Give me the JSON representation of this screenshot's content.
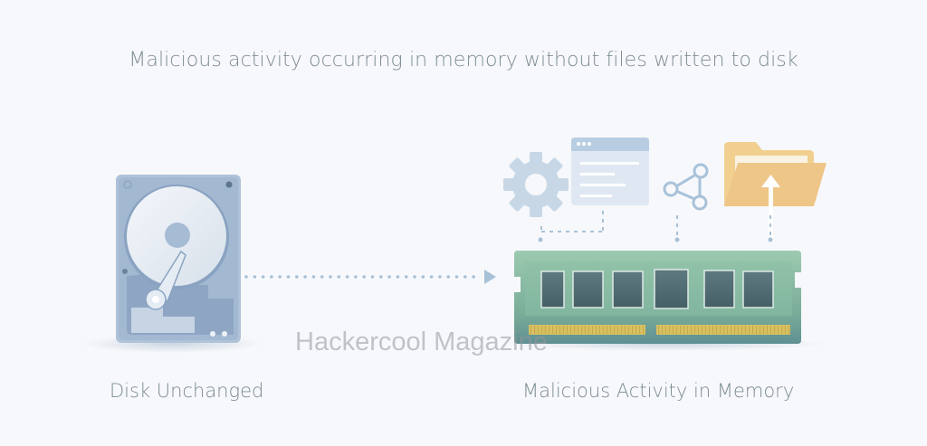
{
  "title": "Malicious activity occurring in memory without files written to disk",
  "left_panel": {
    "icon": "hard-drive-icon",
    "label": "Disk Unchanged"
  },
  "right_panel": {
    "icon": "ram-module-icon",
    "label": "Malicious Activity in Memory",
    "activity_icons": [
      "gear-icon",
      "browser-window-icon",
      "share-network-icon",
      "folder-upload-icon"
    ]
  },
  "connector": {
    "icon": "dotted-arrow-right-icon"
  },
  "watermark": "Hackercool Magazine",
  "colors": {
    "background": "#f7f8fb",
    "text": "#7e8e94",
    "disk_blue": "#a9bdd6",
    "ram_green": "#8fc2a7",
    "chip": "#4f6c72",
    "gold_contacts": "#d8c062",
    "folder": "#f0cf8f",
    "dots": "#a8c1d6"
  }
}
